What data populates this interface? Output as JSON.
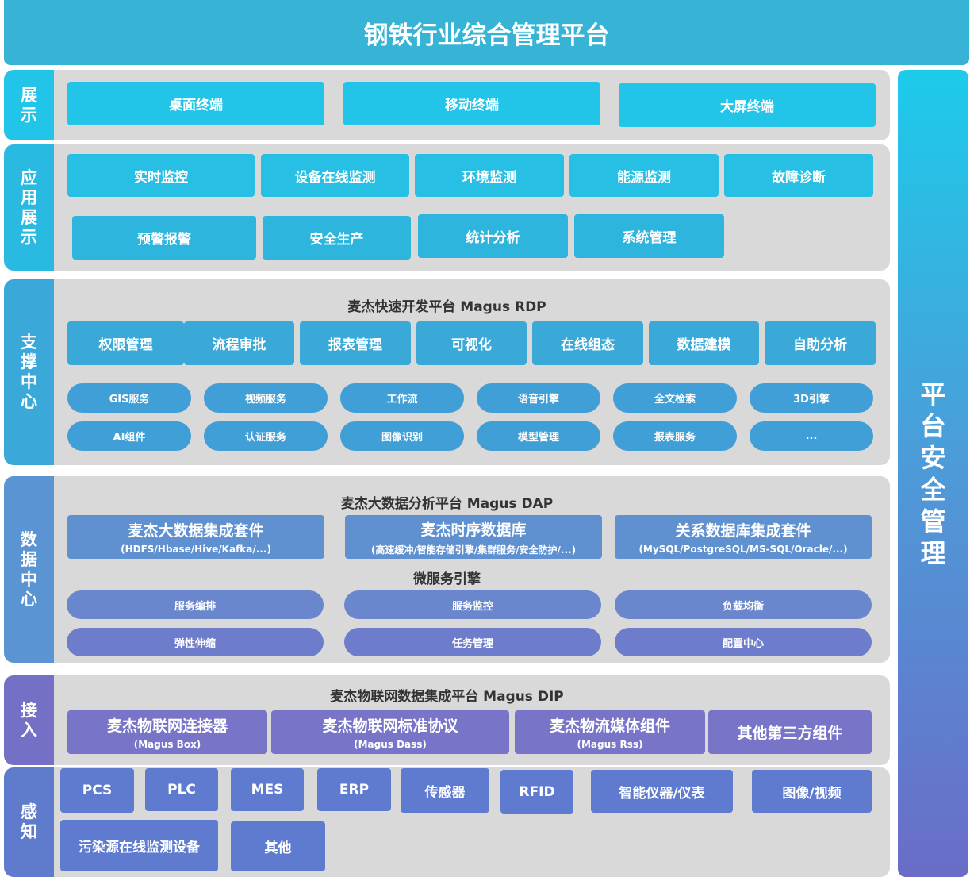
{
  "title": "钢铁行业综合管理平台",
  "security": "平台安全管理",
  "layers": {
    "display": {
      "label": "展示",
      "items": [
        "桌面终端",
        "移动终端",
        "大屏终端"
      ]
    },
    "app": {
      "label": "应用展示",
      "items": [
        "实时监控",
        "设备在线监测",
        "环境监测",
        "能源监测",
        "故障诊断",
        "预警报警",
        "安全生产",
        "统计分析",
        "系统管理"
      ]
    },
    "support": {
      "label": "支撑中心",
      "title": "麦杰快速开发平台 Magus RDP",
      "modules": [
        "权限管理",
        "流程审批",
        "报表管理",
        "可视化",
        "在线组态",
        "数据建模",
        "自助分析"
      ],
      "services": [
        "GIS服务",
        "视频服务",
        "工作流",
        "语音引擎",
        "全文检索",
        "3D引擎",
        "AI组件",
        "认证服务",
        "图像识别",
        "模型管理",
        "报表服务",
        "..."
      ]
    },
    "data": {
      "label": "数据中心",
      "title": "麦杰大数据分析平台 Magus DAP",
      "suites": [
        {
          "name": "麦杰大数据集成套件",
          "sub": "(HDFS/Hbase/Hive/Kafka/...)"
        },
        {
          "name": "麦杰时序数据库",
          "sub": "(高速缓冲/智能存储引擎/集群服务/安全防护/...)"
        },
        {
          "name": "关系数据库集成套件",
          "sub": "(MySQL/PostgreSQL/MS-SQL/Oracle/...)"
        }
      ],
      "engine": "微服务引擎",
      "services": [
        "服务编排",
        "服务监控",
        "负载均衡",
        "弹性伸缩",
        "任务管理",
        "配置中心"
      ]
    },
    "access": {
      "label": "接入",
      "title": "麦杰物联网数据集成平台 Magus DIP",
      "items": [
        {
          "name": "麦杰物联网连接器",
          "sub": "(Magus Box)"
        },
        {
          "name": "麦杰物联网标准协议",
          "sub": "(Magus Dass)"
        },
        {
          "name": "麦杰物流媒体组件",
          "sub": "(Magus Rss)"
        },
        {
          "name": "其他第三方组件"
        }
      ]
    },
    "perception": {
      "label": "感知",
      "items": [
        "PCS",
        "PLC",
        "MES",
        "ERP",
        "传感器",
        "RFID",
        "智能仪器/仪表",
        "图像/视频",
        "污染源在线监测设备",
        "其他"
      ]
    }
  }
}
